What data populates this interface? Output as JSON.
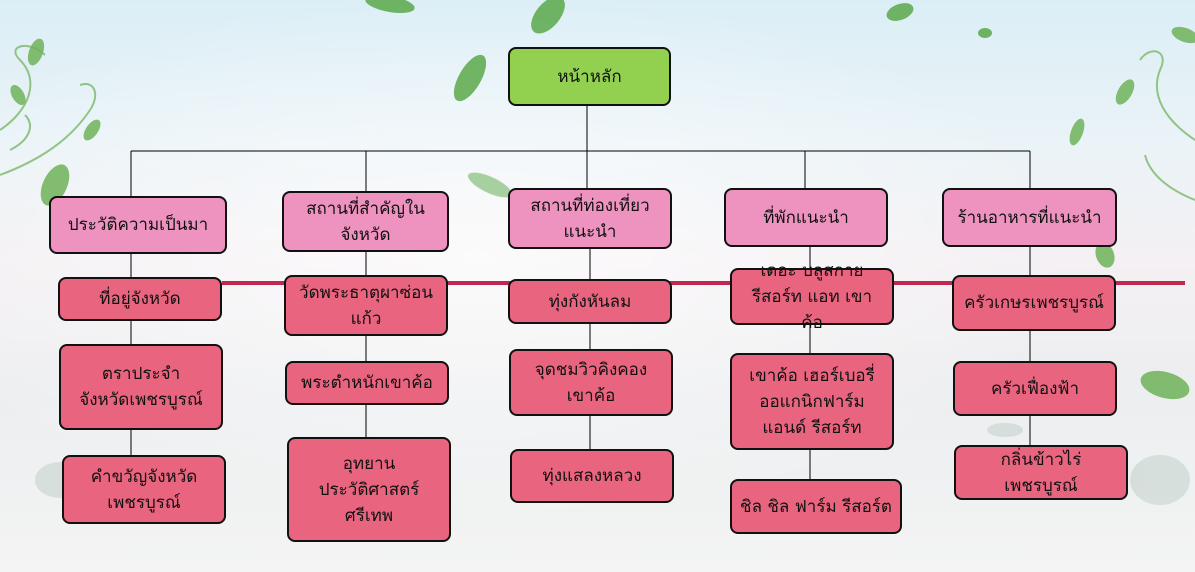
{
  "root": {
    "label": "หน้าหลัก"
  },
  "categories": [
    {
      "label": "ประวัติความเป็นมา",
      "items": [
        "ที่อยู่จังหวัด",
        "ตราประจำจังหวัดเพชรบูรณ์",
        "คำขวัญจังหวัดเพชรบูรณ์"
      ]
    },
    {
      "label": "สถานที่สำคัญในจังหวัด",
      "items": [
        "วัดพระธาตุผาซ่อนแก้ว",
        "พระตำหนักเขาค้อ",
        "อุทยานประวัติศาสตร์ศรีเทพ"
      ]
    },
    {
      "label": "สถานที่ท่องเที่ยวแนะนำ",
      "items": [
        "ทุ่งกังหันลม",
        "จุดชมวิวคิงคองเขาค้อ",
        "ทุ่งแสลงหลวง"
      ]
    },
    {
      "label": "ที่พักแนะนำ",
      "items": [
        "เดอะ บลูสกาย รีสอร์ท แอท เขาค้อ",
        "เขาค้อ เฮอร์เบอรี่ ออแกนิกฟาร์ม แอนด์ รีสอร์ท",
        "ชิล ชิล ฟาร์ม รีสอร์ต"
      ]
    },
    {
      "label": "ร้านอาหารที่แนะนำ",
      "items": [
        "ครัวเกษรเพชรบูรณ์",
        "ครัวเฟื่องฟ้า",
        "กลิ่นข้าวไร่ เพชรบูรณ์"
      ]
    }
  ],
  "colors": {
    "root_fill": "#92d050",
    "category_fill": "#ee92bf",
    "item_fill": "#e8647f",
    "timeline": "#c0294f",
    "connector": "#000000"
  }
}
